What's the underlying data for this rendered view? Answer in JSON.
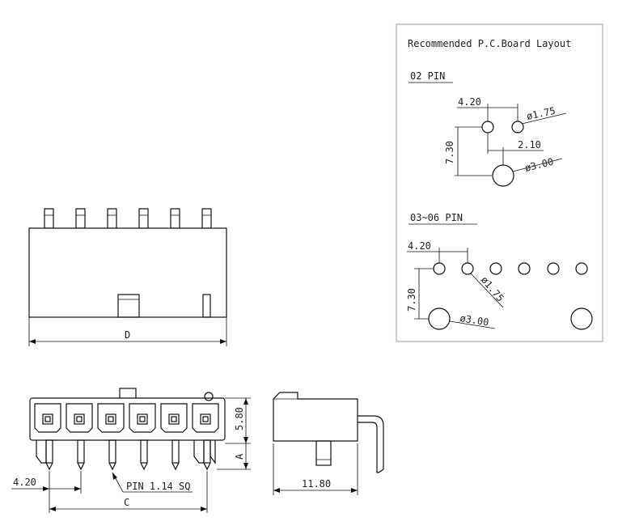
{
  "pcb": {
    "title": "Recommended P.C.Board Layout",
    "section_02": "02 PIN",
    "section_0306": "03~06 PIN",
    "dims": {
      "pitch_02": "4.20",
      "hole_small_02": "ø1.75",
      "row_spacing_02": "7.30",
      "offset_02": "2.10",
      "hole_large_02": "ø3.00",
      "pitch_0306": "4.20",
      "hole_small_0306": "ø1.75",
      "row_spacing_0306": "7.30",
      "hole_large_0306": "ø3.00"
    }
  },
  "top_view": {
    "dim_d": "D"
  },
  "front_view": {
    "dim_height": "5.80",
    "dim_a": "A",
    "dim_pitch": "4.20",
    "pin_note": "PIN 1.14 SQ",
    "dim_c": "C"
  },
  "side_view": {
    "dim_depth": "11.80"
  }
}
